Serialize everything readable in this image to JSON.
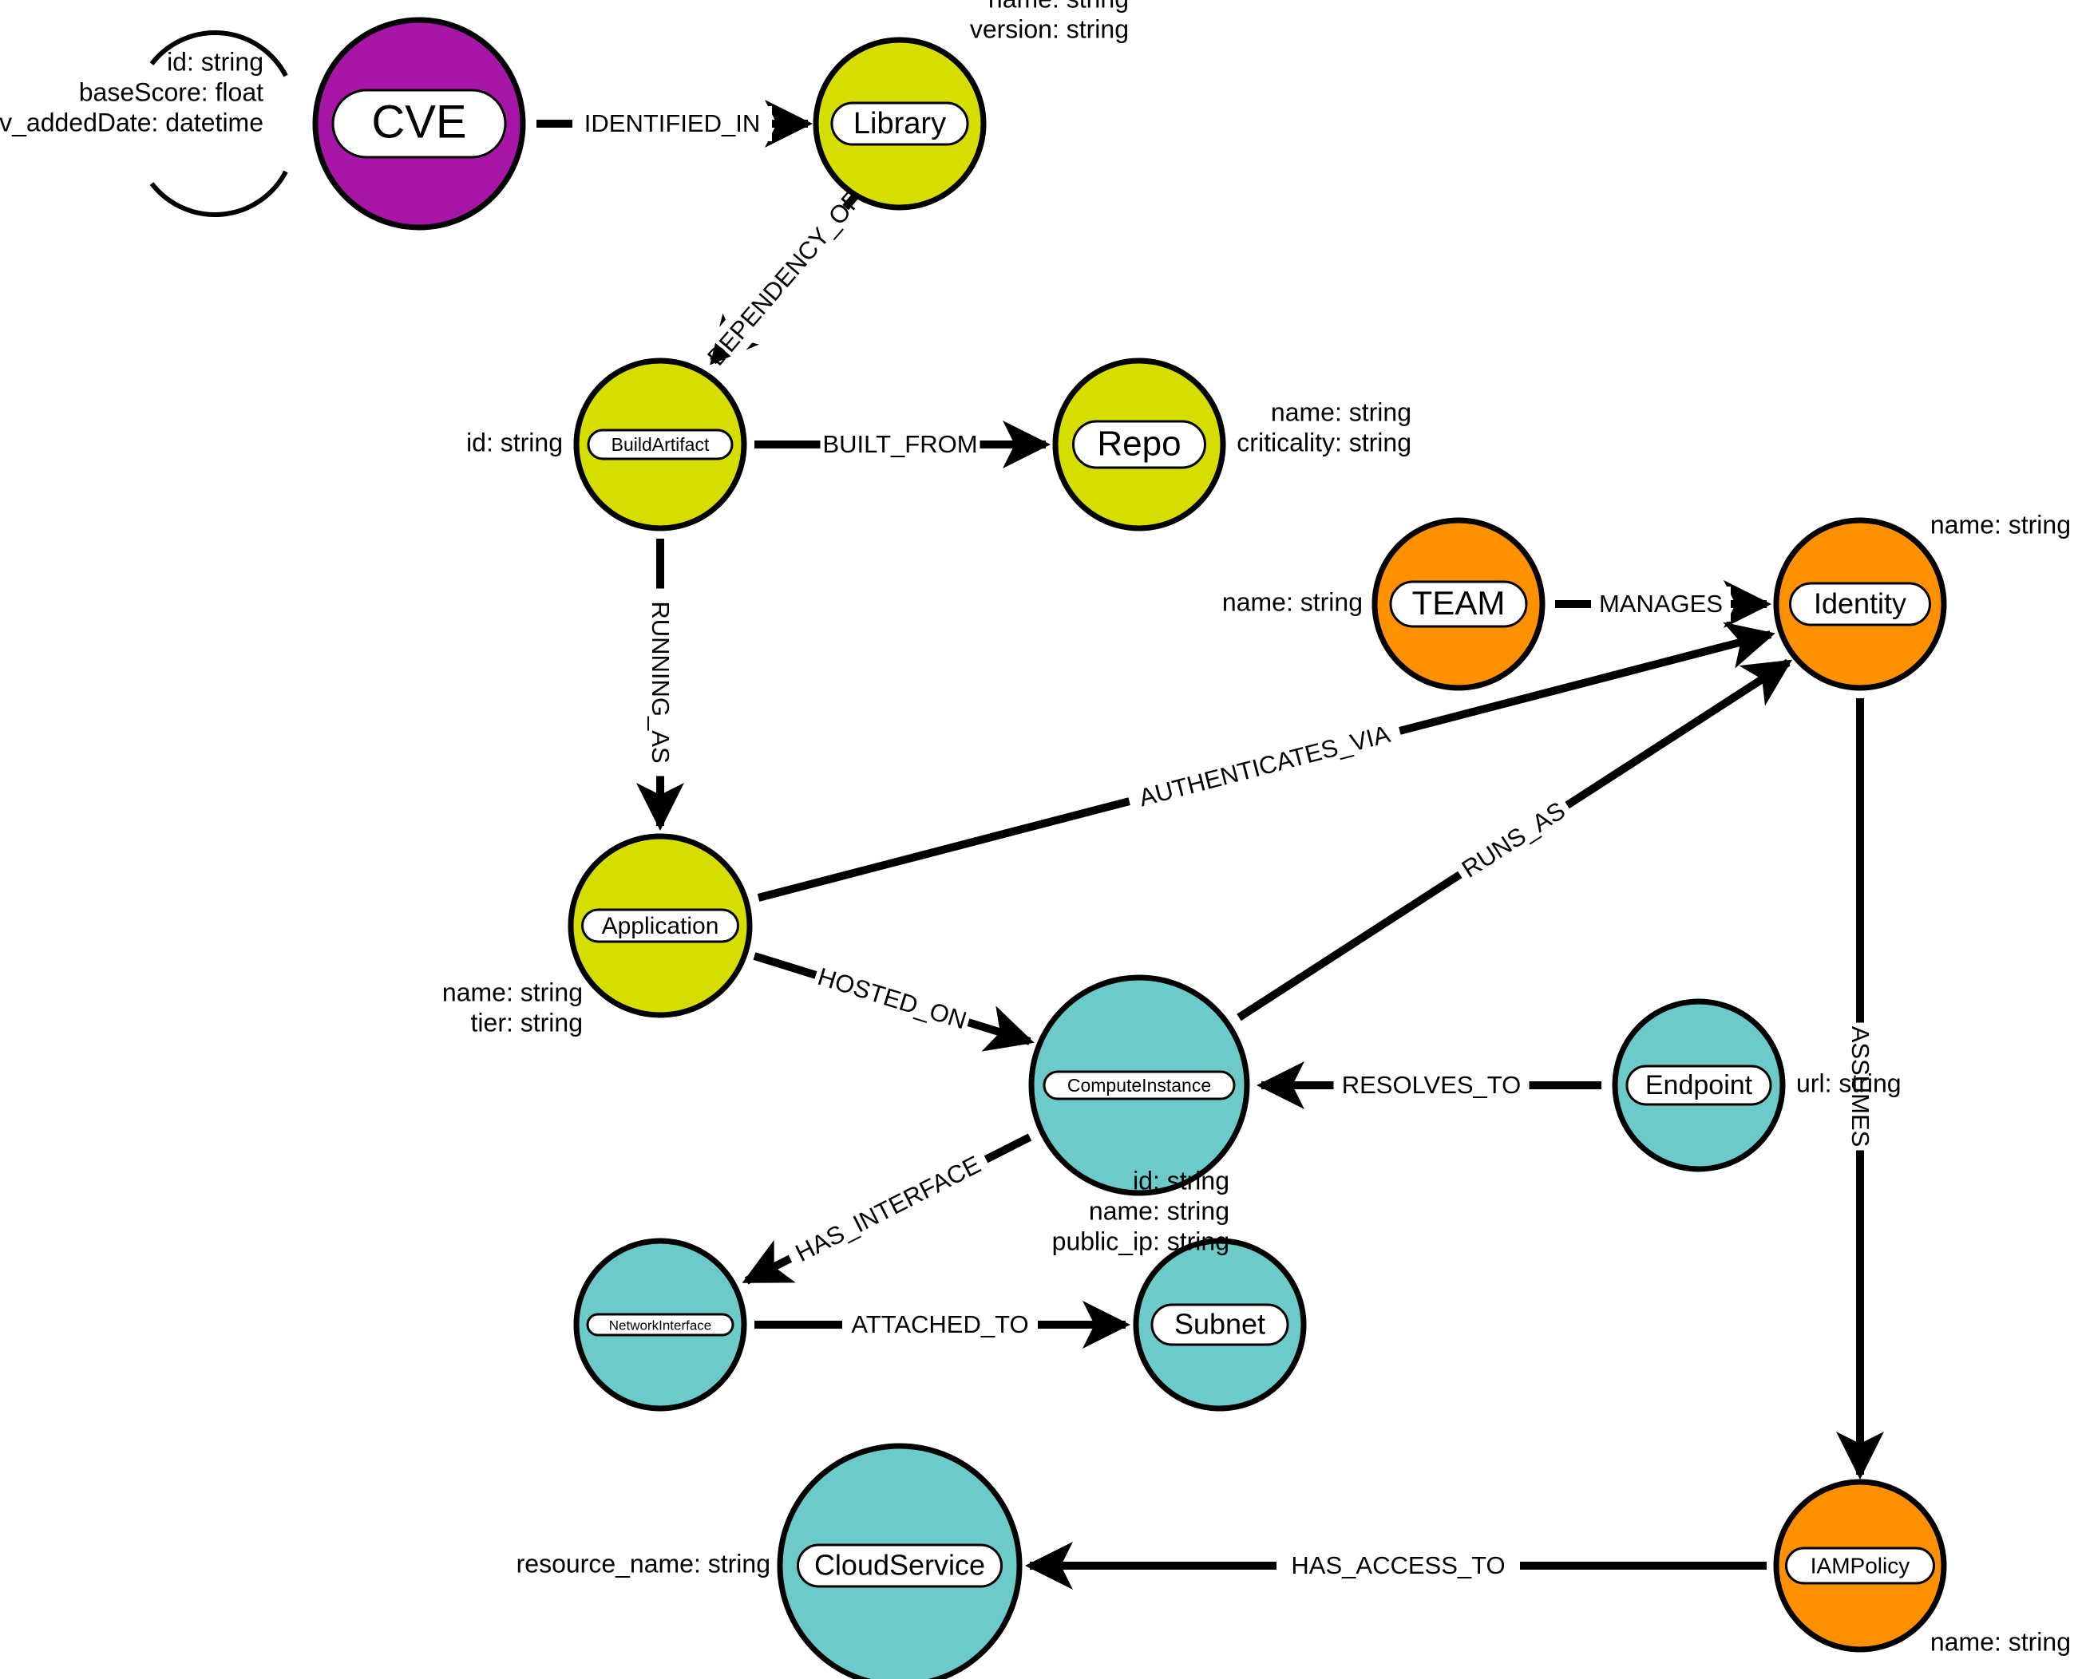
{
  "colors": {
    "cve": "#A716A6",
    "software": "#D6DE00",
    "org": "#FF9100",
    "infra": "#6CCBC8"
  },
  "nodes": [
    {
      "id": "cve",
      "label": "CVE",
      "color": "#A716A6",
      "properties": [
        "id: string",
        "baseScore: float",
        "kev_addedDate: datetime"
      ]
    },
    {
      "id": "library",
      "label": "Library",
      "color": "#D6DE00",
      "properties": [
        "name: string",
        "version: string"
      ]
    },
    {
      "id": "buildartifact",
      "label": "BuildArtifact",
      "color": "#D6DE00",
      "properties": [
        "id: string"
      ]
    },
    {
      "id": "repo",
      "label": "Repo",
      "color": "#D6DE00",
      "properties": [
        "name: string",
        "criticality: string"
      ]
    },
    {
      "id": "team",
      "label": "TEAM",
      "color": "#FF9100",
      "properties": [
        "name: string"
      ]
    },
    {
      "id": "identity",
      "label": "Identity",
      "color": "#FF9100",
      "properties": [
        "name: string"
      ]
    },
    {
      "id": "application",
      "label": "Application",
      "color": "#D6DE00",
      "properties": [
        "name: string",
        "tier: string"
      ]
    },
    {
      "id": "computeinstance",
      "label": "ComputeInstance",
      "color": "#6CCBC8",
      "properties": [
        "id: string",
        "name: string",
        "public_ip: string"
      ]
    },
    {
      "id": "endpoint",
      "label": "Endpoint",
      "color": "#6CCBC8",
      "properties": [
        "url: string"
      ]
    },
    {
      "id": "networkinterface",
      "label": "NetworkInterface",
      "color": "#6CCBC8",
      "properties": []
    },
    {
      "id": "subnet",
      "label": "Subnet",
      "color": "#6CCBC8",
      "properties": []
    },
    {
      "id": "iampolicy",
      "label": "IAMPolicy",
      "color": "#FF9100",
      "properties": [
        "name: string"
      ]
    },
    {
      "id": "cloudservice",
      "label": "CloudService",
      "color": "#6CCBC8",
      "properties": [
        "resource_name: string"
      ]
    }
  ],
  "edges": [
    {
      "id": "identified_in",
      "label": "IDENTIFIED_IN",
      "from": "cve",
      "to": "library"
    },
    {
      "id": "dependency_of",
      "label": "DEPENDENCY_OF",
      "from": "library",
      "to": "buildartifact"
    },
    {
      "id": "built_from",
      "label": "BUILT_FROM",
      "from": "buildartifact",
      "to": "repo"
    },
    {
      "id": "running_as",
      "label": "RUNNING_AS",
      "from": "buildartifact",
      "to": "application"
    },
    {
      "id": "manages",
      "label": "MANAGES",
      "from": "team",
      "to": "identity"
    },
    {
      "id": "authenticates_via",
      "label": "AUTHENTICATES_VIA",
      "from": "application",
      "to": "identity"
    },
    {
      "id": "runs_as",
      "label": "RUNS_AS",
      "from": "computeinstance",
      "to": "identity"
    },
    {
      "id": "hosted_on",
      "label": "HOSTED_ON",
      "from": "application",
      "to": "computeinstance"
    },
    {
      "id": "resolves_to",
      "label": "RESOLVES_TO",
      "from": "endpoint",
      "to": "computeinstance"
    },
    {
      "id": "has_interface",
      "label": "HAS_INTERFACE",
      "from": "computeinstance",
      "to": "networkinterface"
    },
    {
      "id": "attached_to",
      "label": "ATTACHED_TO",
      "from": "networkinterface",
      "to": "subnet"
    },
    {
      "id": "assumes",
      "label": "ASSUMES",
      "from": "identity",
      "to": "iampolicy"
    },
    {
      "id": "has_access_to",
      "label": "HAS_ACCESS_TO",
      "from": "iampolicy",
      "to": "cloudservice"
    }
  ]
}
